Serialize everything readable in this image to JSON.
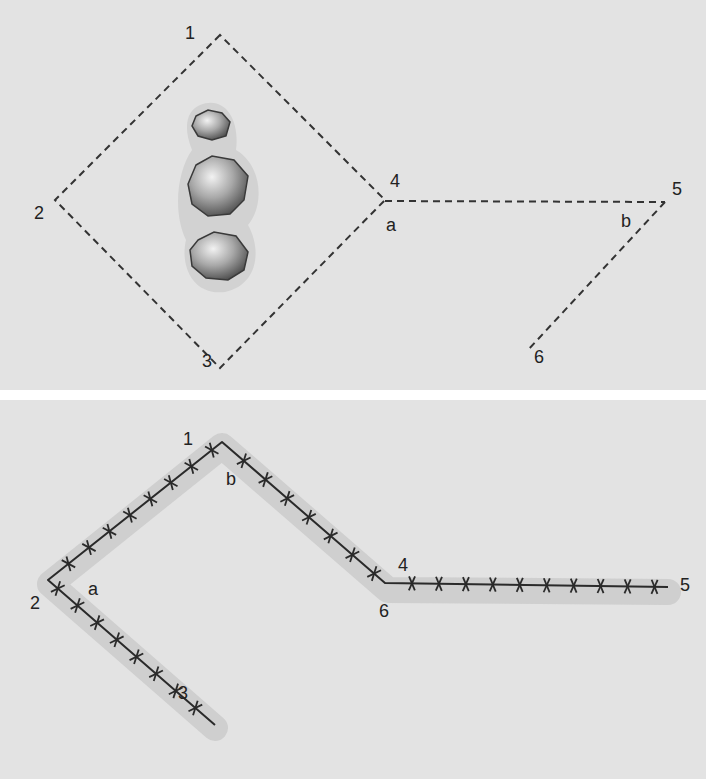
{
  "diagram": {
    "labels": [
      "1",
      "2",
      "3",
      "4",
      "a",
      "5",
      "b",
      "6",
      "1",
      "b",
      "2",
      "a",
      "3",
      "4",
      "6",
      "5"
    ]
  }
}
